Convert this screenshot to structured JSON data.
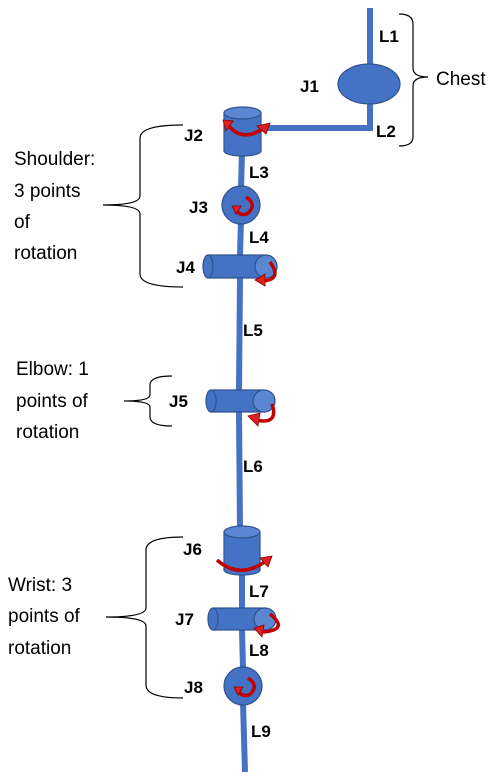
{
  "link_labels": [
    "L1",
    "L2",
    "L3",
    "L4",
    "L5",
    "L6",
    "L7",
    "L8",
    "L9"
  ],
  "joint_labels": [
    "J1",
    "J2",
    "J3",
    "J4",
    "J5",
    "J6",
    "J7",
    "J8"
  ],
  "groups": {
    "chest": "Chest",
    "shoulder": [
      "Shoulder:",
      "3 points",
      "of",
      "rotation"
    ],
    "elbow": [
      "Elbow: 1",
      "points of",
      "rotation"
    ],
    "wrist": [
      "Wrist: 3",
      "points of",
      "rotation"
    ]
  },
  "colors": {
    "link": "#4472C4",
    "joint": "#4472C4",
    "rotation_arrow": "#C00000"
  }
}
